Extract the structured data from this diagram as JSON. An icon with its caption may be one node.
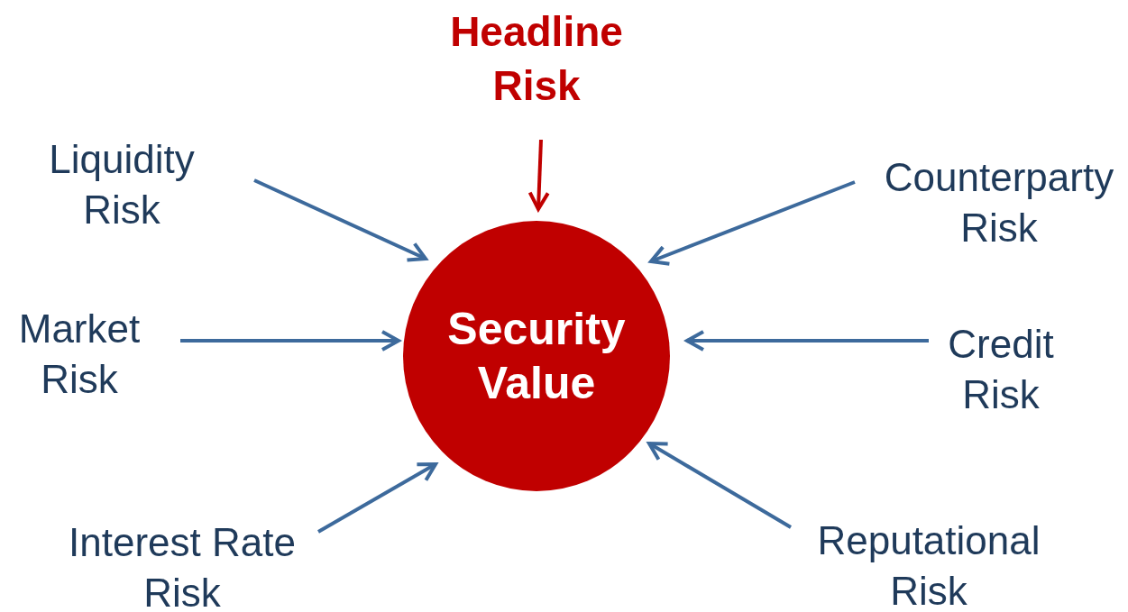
{
  "diagram": {
    "nodes": [
      {
        "text": [
          "Security Value"
        ]
      },
      {
        "text": [
          "Headline Risk"
        ]
      },
      {
        "text": [
          "Liquidity Risk"
        ]
      },
      {
        "text": [
          "Counterparty Risk"
        ]
      },
      {
        "text": [
          "Market Risk"
        ]
      },
      {
        "text": [
          "Credit Risk"
        ]
      },
      {
        "text": [
          "Interest Rate Risk"
        ]
      },
      {
        "text": [
          "Reputational Risk"
        ]
      }
    ],
    "edges": [
      {
        "from": 1,
        "to": 0,
        "arrow": "to",
        "color": "#c00000"
      },
      {
        "from": 2,
        "to": 0,
        "arrow": "to"
      },
      {
        "from": 3,
        "to": 0,
        "arrow": "to"
      },
      {
        "from": 4,
        "to": 0,
        "arrow": "to"
      },
      {
        "from": 5,
        "to": 0,
        "arrow": "to"
      },
      {
        "from": 6,
        "to": 0,
        "arrow": "to"
      },
      {
        "from": 7,
        "to": 0,
        "arrow": "to"
      }
    ]
  }
}
